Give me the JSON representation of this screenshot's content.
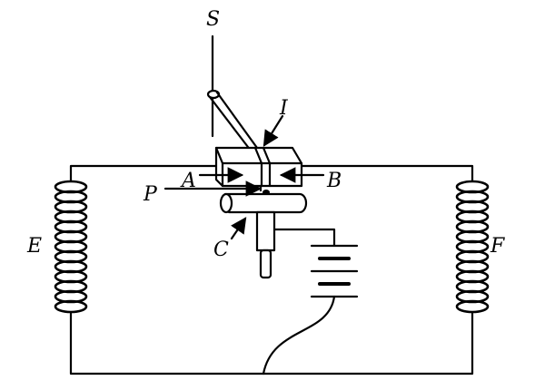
{
  "labels": {
    "S": "S",
    "I": "I",
    "A": "A",
    "B": "B",
    "P": "P",
    "C": "C",
    "E": "E",
    "F": "F"
  },
  "colors": {
    "ink": "#000000",
    "background": "#ffffff"
  }
}
